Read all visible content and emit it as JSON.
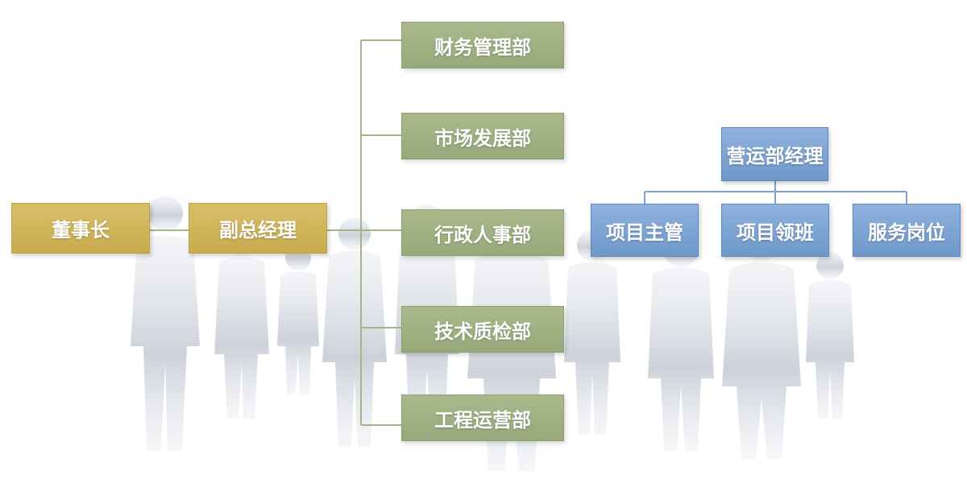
{
  "nodes": {
    "chairman": "董事长",
    "vice_manager": "副总经理",
    "departments": [
      "财务管理部",
      "市场发展部",
      "行政人事部",
      "技术质检部",
      "工程运营部"
    ],
    "ops_manager": "营运部经理",
    "ops_children": [
      "项目主管",
      "项目领班",
      "服务岗位"
    ]
  },
  "colors": {
    "gold": "#cfb35a",
    "green": "#9cad80",
    "blue": "#7aa1d2",
    "connector_green": "#a3b58a",
    "connector_blue": "#7fa2cf",
    "silhouette": "#c3c8d1"
  }
}
